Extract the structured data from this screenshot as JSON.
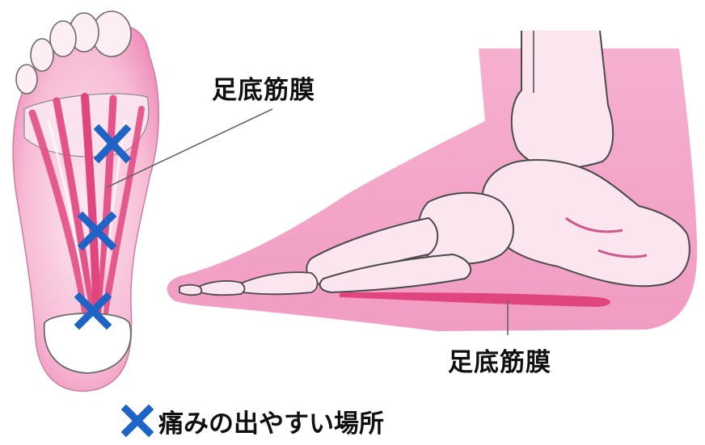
{
  "labels": {
    "plantar_fascia_sole": "足底筋膜",
    "plantar_fascia_side": "足底筋膜"
  },
  "legend": {
    "marker": "✕",
    "text": "痛みの出やすい場所"
  },
  "icons": {
    "pain_marker": "x-mark-icon"
  },
  "colors": {
    "skin_pink": "#f4a6c8",
    "bone_fill": "#fbe6f0",
    "fascia_red": "#e0457e",
    "marker_blue": "#1e63c6",
    "outline": "#5a5a5a"
  }
}
